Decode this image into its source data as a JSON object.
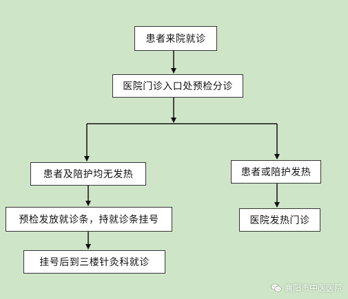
{
  "colors": {
    "background": "#cfe5c8",
    "box_fill": "#ffffff",
    "line": "#111111"
  },
  "nodes": {
    "n1": "患者来院就诊",
    "n2": "医院门诊入口处预检分诊",
    "n3": "患者及陪护均无发热",
    "n4": "患者或陪护发热",
    "n5": "预检发放就诊条，持就诊条挂号",
    "n6": "医院发热门诊",
    "n7": "挂号后到三楼针灸科就诊"
  },
  "watermark": {
    "icon": "wechat-icon",
    "text": "襄阳市中医医院"
  }
}
